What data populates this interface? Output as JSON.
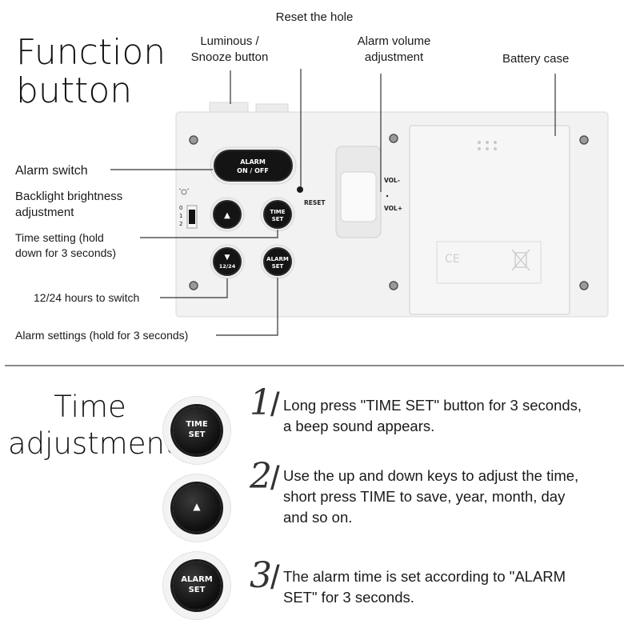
{
  "header": {
    "title_line1": "Function",
    "title_line2": "button"
  },
  "labels": {
    "reset_hole": "Reset the hole",
    "luminous_line1": "Luminous /",
    "luminous_line2": "Snooze button",
    "volume_line1": "Alarm volume",
    "volume_line2": "adjustment",
    "battery_case": "Battery case",
    "alarm_switch": "Alarm switch",
    "backlight_line1": "Backlight brightness",
    "backlight_line2": "adjustment",
    "time_setting_line1": "Time setting (hold",
    "time_setting_line2": "down for 3 seconds)",
    "hours_switch": "12/24 hours to switch",
    "alarm_settings": "Alarm settings (hold for 3 seconds)"
  },
  "device": {
    "alarm_btn_line1": "ALARM",
    "alarm_btn_line2": "ON / OFF",
    "time_set_line1": "TIME",
    "time_set_line2": "SET",
    "down_btn_label": "12/24",
    "alarm_set_line1": "ALARM",
    "alarm_set_line2": "SET",
    "reset_label": "RESET",
    "vol_minus": "VOL-",
    "vol_plus": "VOL+",
    "dimmer_0": "0",
    "dimmer_1": "1",
    "dimmer_2": "2",
    "up_glyph": "▲",
    "down_glyph": "▼"
  },
  "section2": {
    "title_line1": "Time",
    "title_line2": "adjustment",
    "steps": [
      {
        "num": "1",
        "line1": "Long press \"TIME SET\" button for 3 seconds,",
        "line2": "a beep sound appears.",
        "line3": ""
      },
      {
        "num": "2",
        "line1": "Use the up and down keys to adjust the time,",
        "line2": "short press TIME to save, year, month, day",
        "line3": "and so on."
      },
      {
        "num": "3",
        "line1": "The alarm time is set according to \"ALARM",
        "line2": "SET\" for 3 seconds.",
        "line3": ""
      }
    ],
    "btn1_line1": "TIME",
    "btn1_line2": "SET",
    "btn2_glyph": "▲",
    "btn3_line1": "ALARM",
    "btn3_line2": "SET"
  },
  "colors": {
    "device_body": "#f2f2f2",
    "button_black": "#111111",
    "leader_line": "#333333"
  }
}
